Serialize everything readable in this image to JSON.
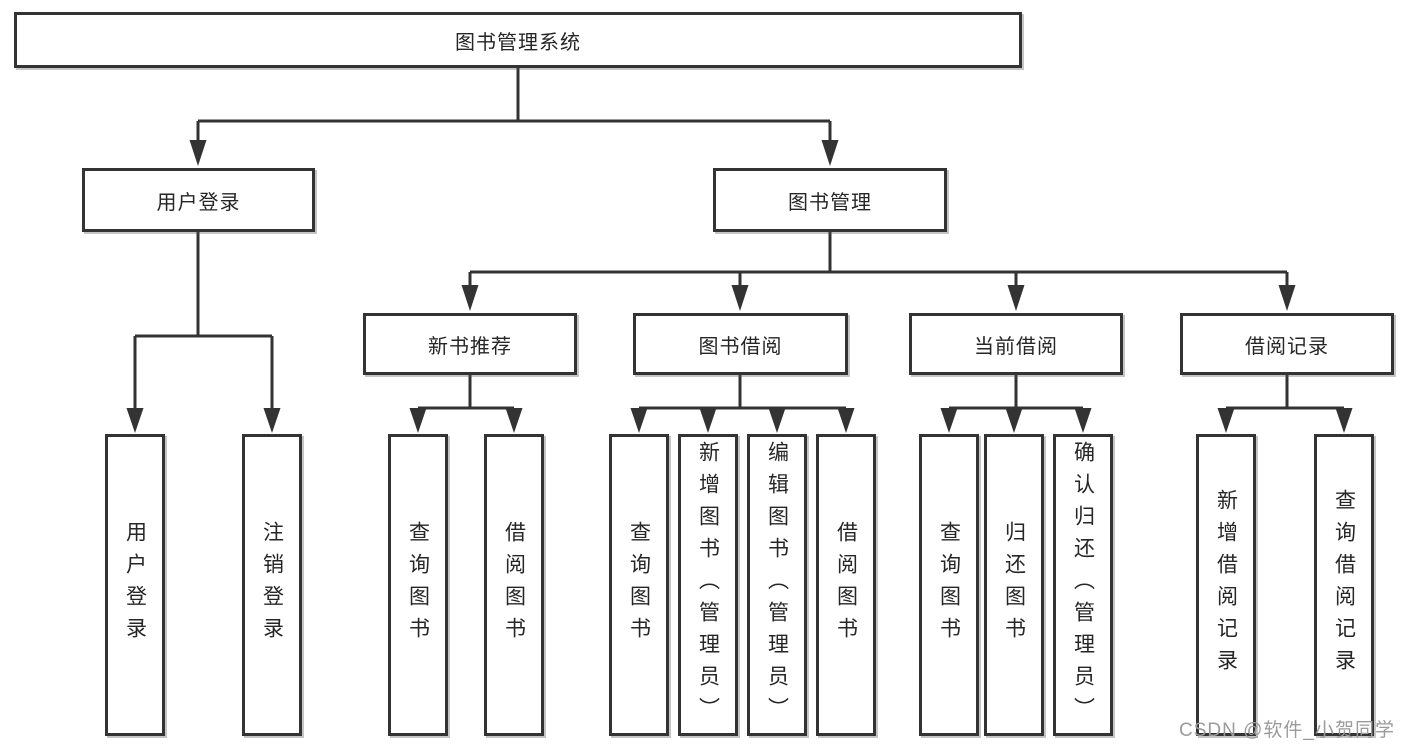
{
  "nodes": {
    "root": {
      "label": "图书管理系统"
    },
    "level2": [
      {
        "label": "用户登录"
      },
      {
        "label": "图书管理"
      }
    ],
    "level3": [
      {
        "label": "新书推荐"
      },
      {
        "label": "图书借阅"
      },
      {
        "label": "当前借阅"
      },
      {
        "label": "借阅记录"
      }
    ],
    "leaves": {
      "user_login": [
        "用户登录",
        "注销登录"
      ],
      "new_book_recommend": [
        "查询图书",
        "借阅图书"
      ],
      "book_borrowing": [
        "查询图书",
        "新增图书（管理员）",
        "编辑图书（管理员）",
        "借阅图书"
      ],
      "current_borrowing": [
        "查询图书",
        "归还图书",
        "确认归还（管理员）"
      ],
      "borrowing_records": [
        "新增借阅记录",
        "查询借阅记录"
      ]
    }
  },
  "watermark": "CSDN @软件_小贺同学",
  "colors": {
    "line": "#333333",
    "box_border": "#333333",
    "text": "#262626",
    "background": "#ffffff",
    "watermark": "#9b9b9b"
  }
}
